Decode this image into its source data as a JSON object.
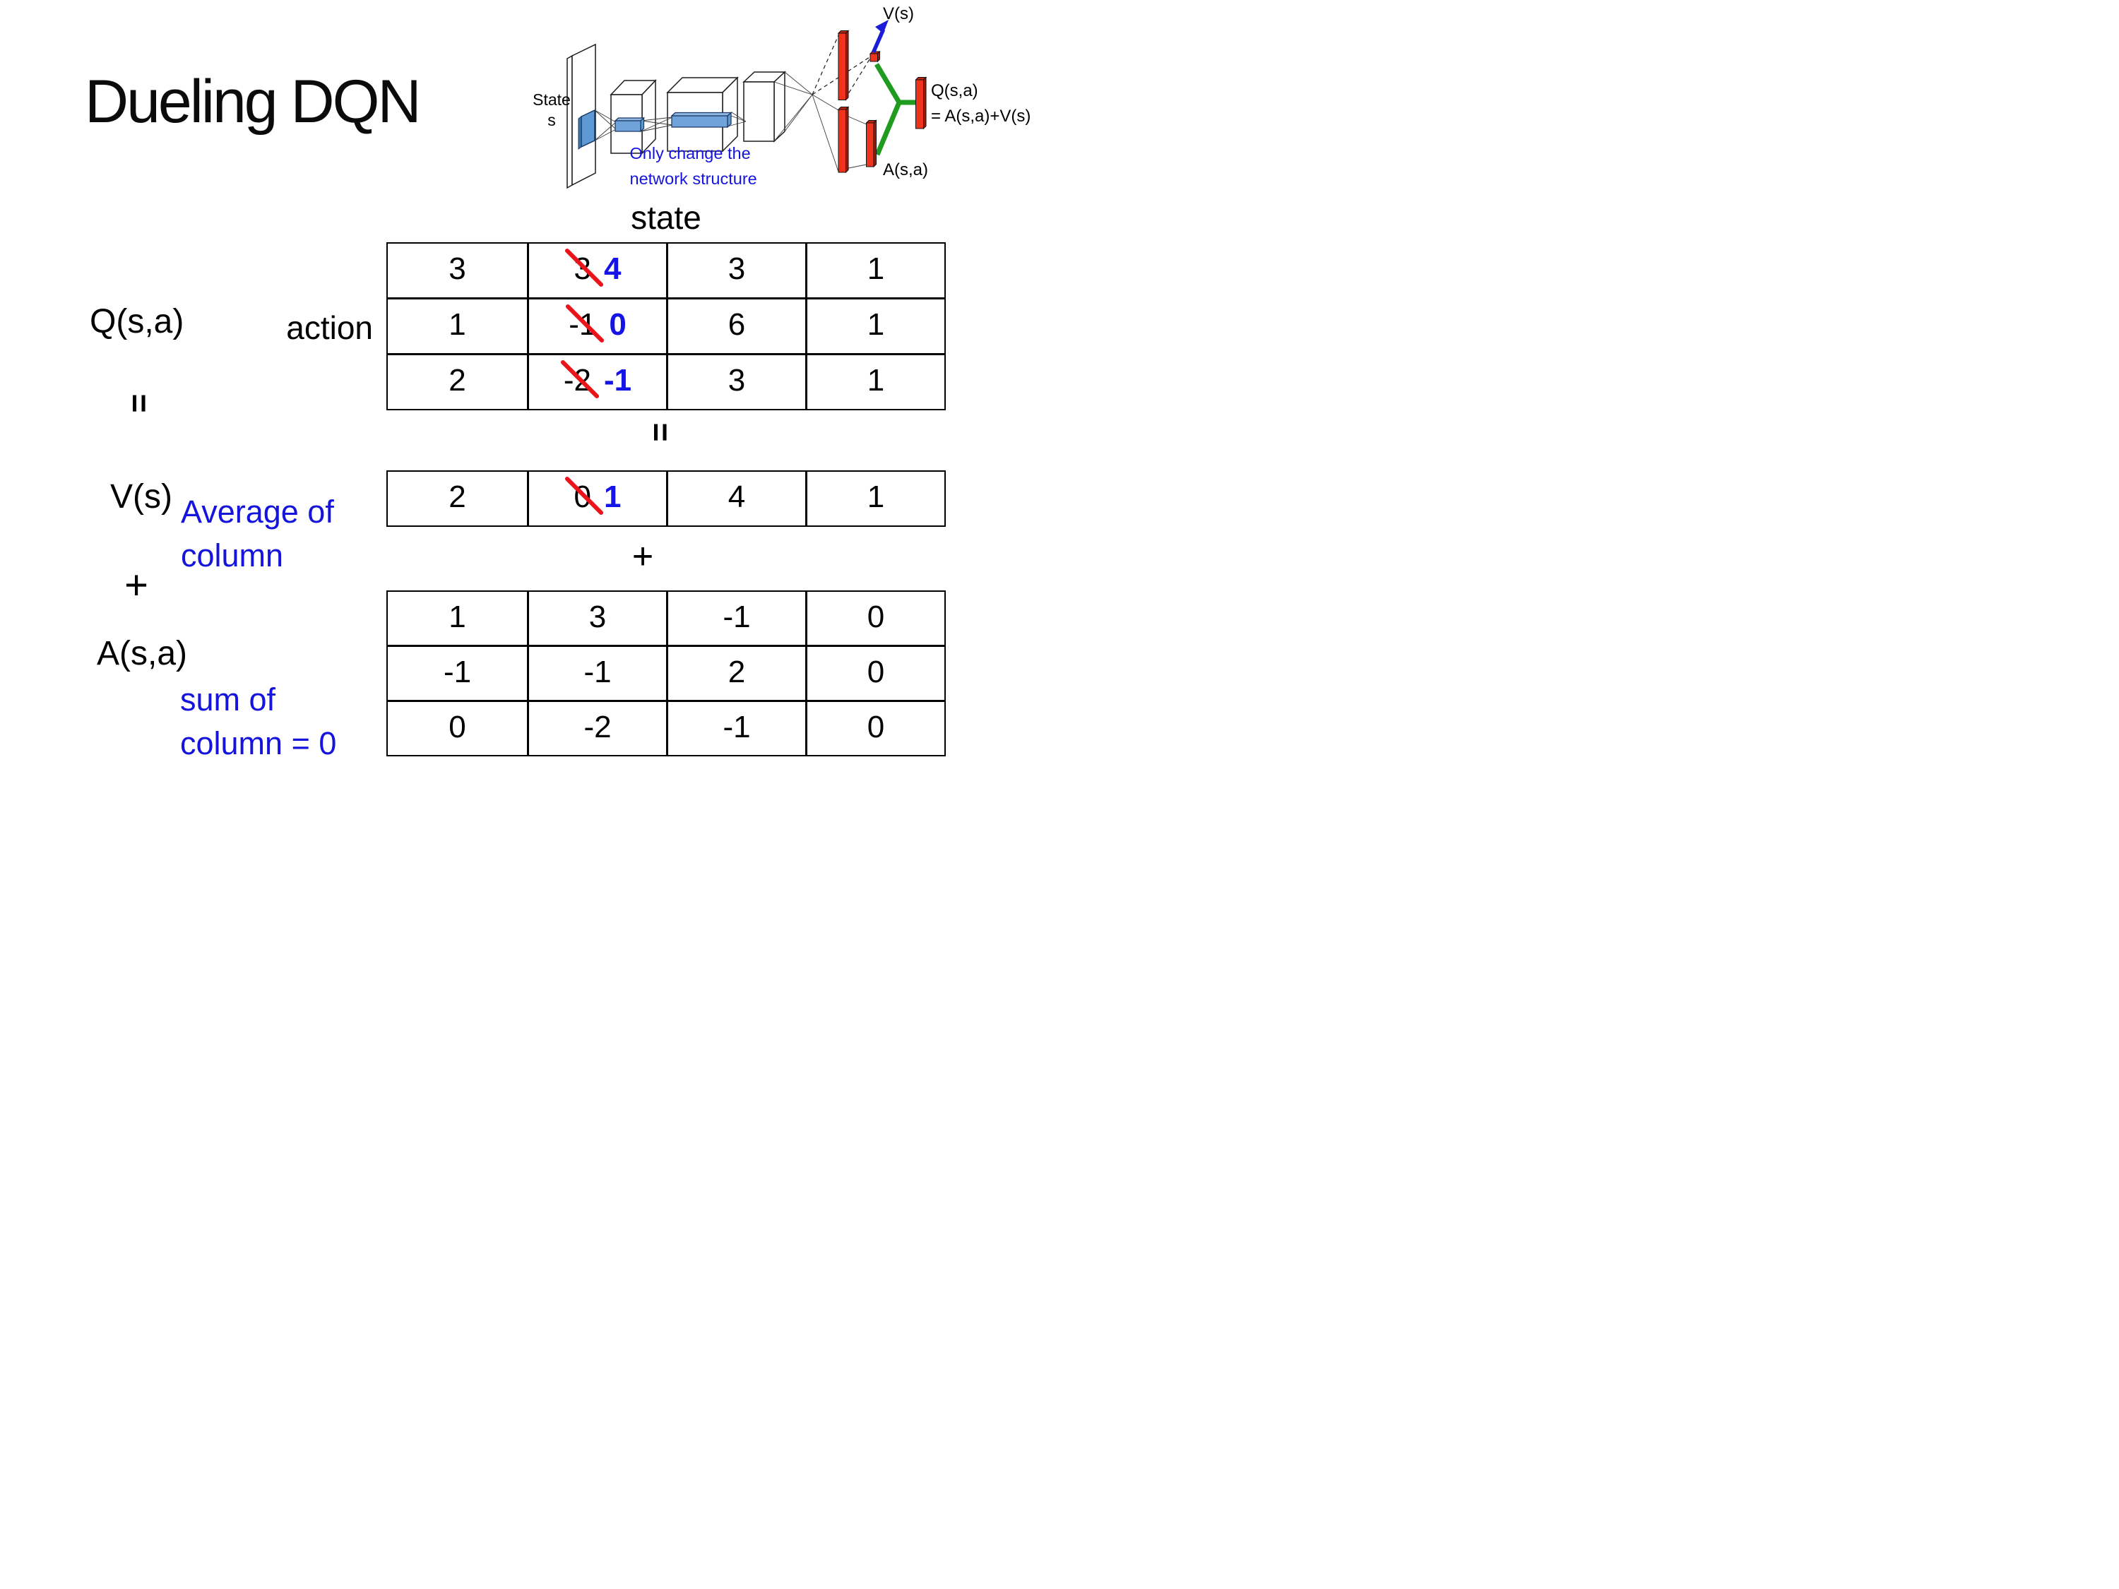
{
  "slide": {
    "title": "Dueling DQN"
  },
  "network_diagram": {
    "state_label_line1": "State",
    "state_label_line2": "s",
    "note_line1": "Only change the",
    "note_line2": "network structure",
    "v_output_label": "V(s)",
    "a_output_label": "A(s,a)",
    "q_output_label_line1": "Q(s,a)",
    "q_output_label_line2": "= A(s,a)+V(s)",
    "colors": {
      "bar_red": "#f0331d",
      "bar_facet_red": "#c02410",
      "merge_green": "#1f9b1f",
      "arrow_blue": "#1b1bd8",
      "feature_blue": "#6fa3da",
      "note_blue": "#1414dd"
    }
  },
  "equation": {
    "q_label": "Q(s,a)",
    "v_label": "V(s)",
    "a_label": "A(s,a)",
    "equals": "=",
    "plus": "+",
    "state_axis": "state",
    "action_axis": "action",
    "v_note_line1": "Average of",
    "v_note_line2": "column",
    "a_note_line1": "sum of",
    "a_note_line2": "column = 0",
    "colors": {
      "new_value_blue": "#1414e8",
      "strike_red": "#e9151b",
      "note_blue": "#1414dd"
    },
    "q_table": {
      "rows": [
        [
          {
            "v": "3"
          },
          {
            "old": "3",
            "new": "4"
          },
          {
            "v": "3"
          },
          {
            "v": "1"
          }
        ],
        [
          {
            "v": "1"
          },
          {
            "old": "-1",
            "new": "0"
          },
          {
            "v": "6"
          },
          {
            "v": "1"
          }
        ],
        [
          {
            "v": "2"
          },
          {
            "old": "-2",
            "new": "-1"
          },
          {
            "v": "3"
          },
          {
            "v": "1"
          }
        ]
      ]
    },
    "v_table": {
      "rows": [
        [
          {
            "v": "2"
          },
          {
            "old": "0",
            "new": "1"
          },
          {
            "v": "4"
          },
          {
            "v": "1"
          }
        ]
      ]
    },
    "a_table": {
      "rows": [
        [
          {
            "v": "1"
          },
          {
            "v": "3"
          },
          {
            "v": "-1"
          },
          {
            "v": "0"
          }
        ],
        [
          {
            "v": "-1"
          },
          {
            "v": "-1"
          },
          {
            "v": "2"
          },
          {
            "v": "0"
          }
        ],
        [
          {
            "v": "0"
          },
          {
            "v": "-2"
          },
          {
            "v": "-1"
          },
          {
            "v": "0"
          }
        ]
      ]
    }
  }
}
